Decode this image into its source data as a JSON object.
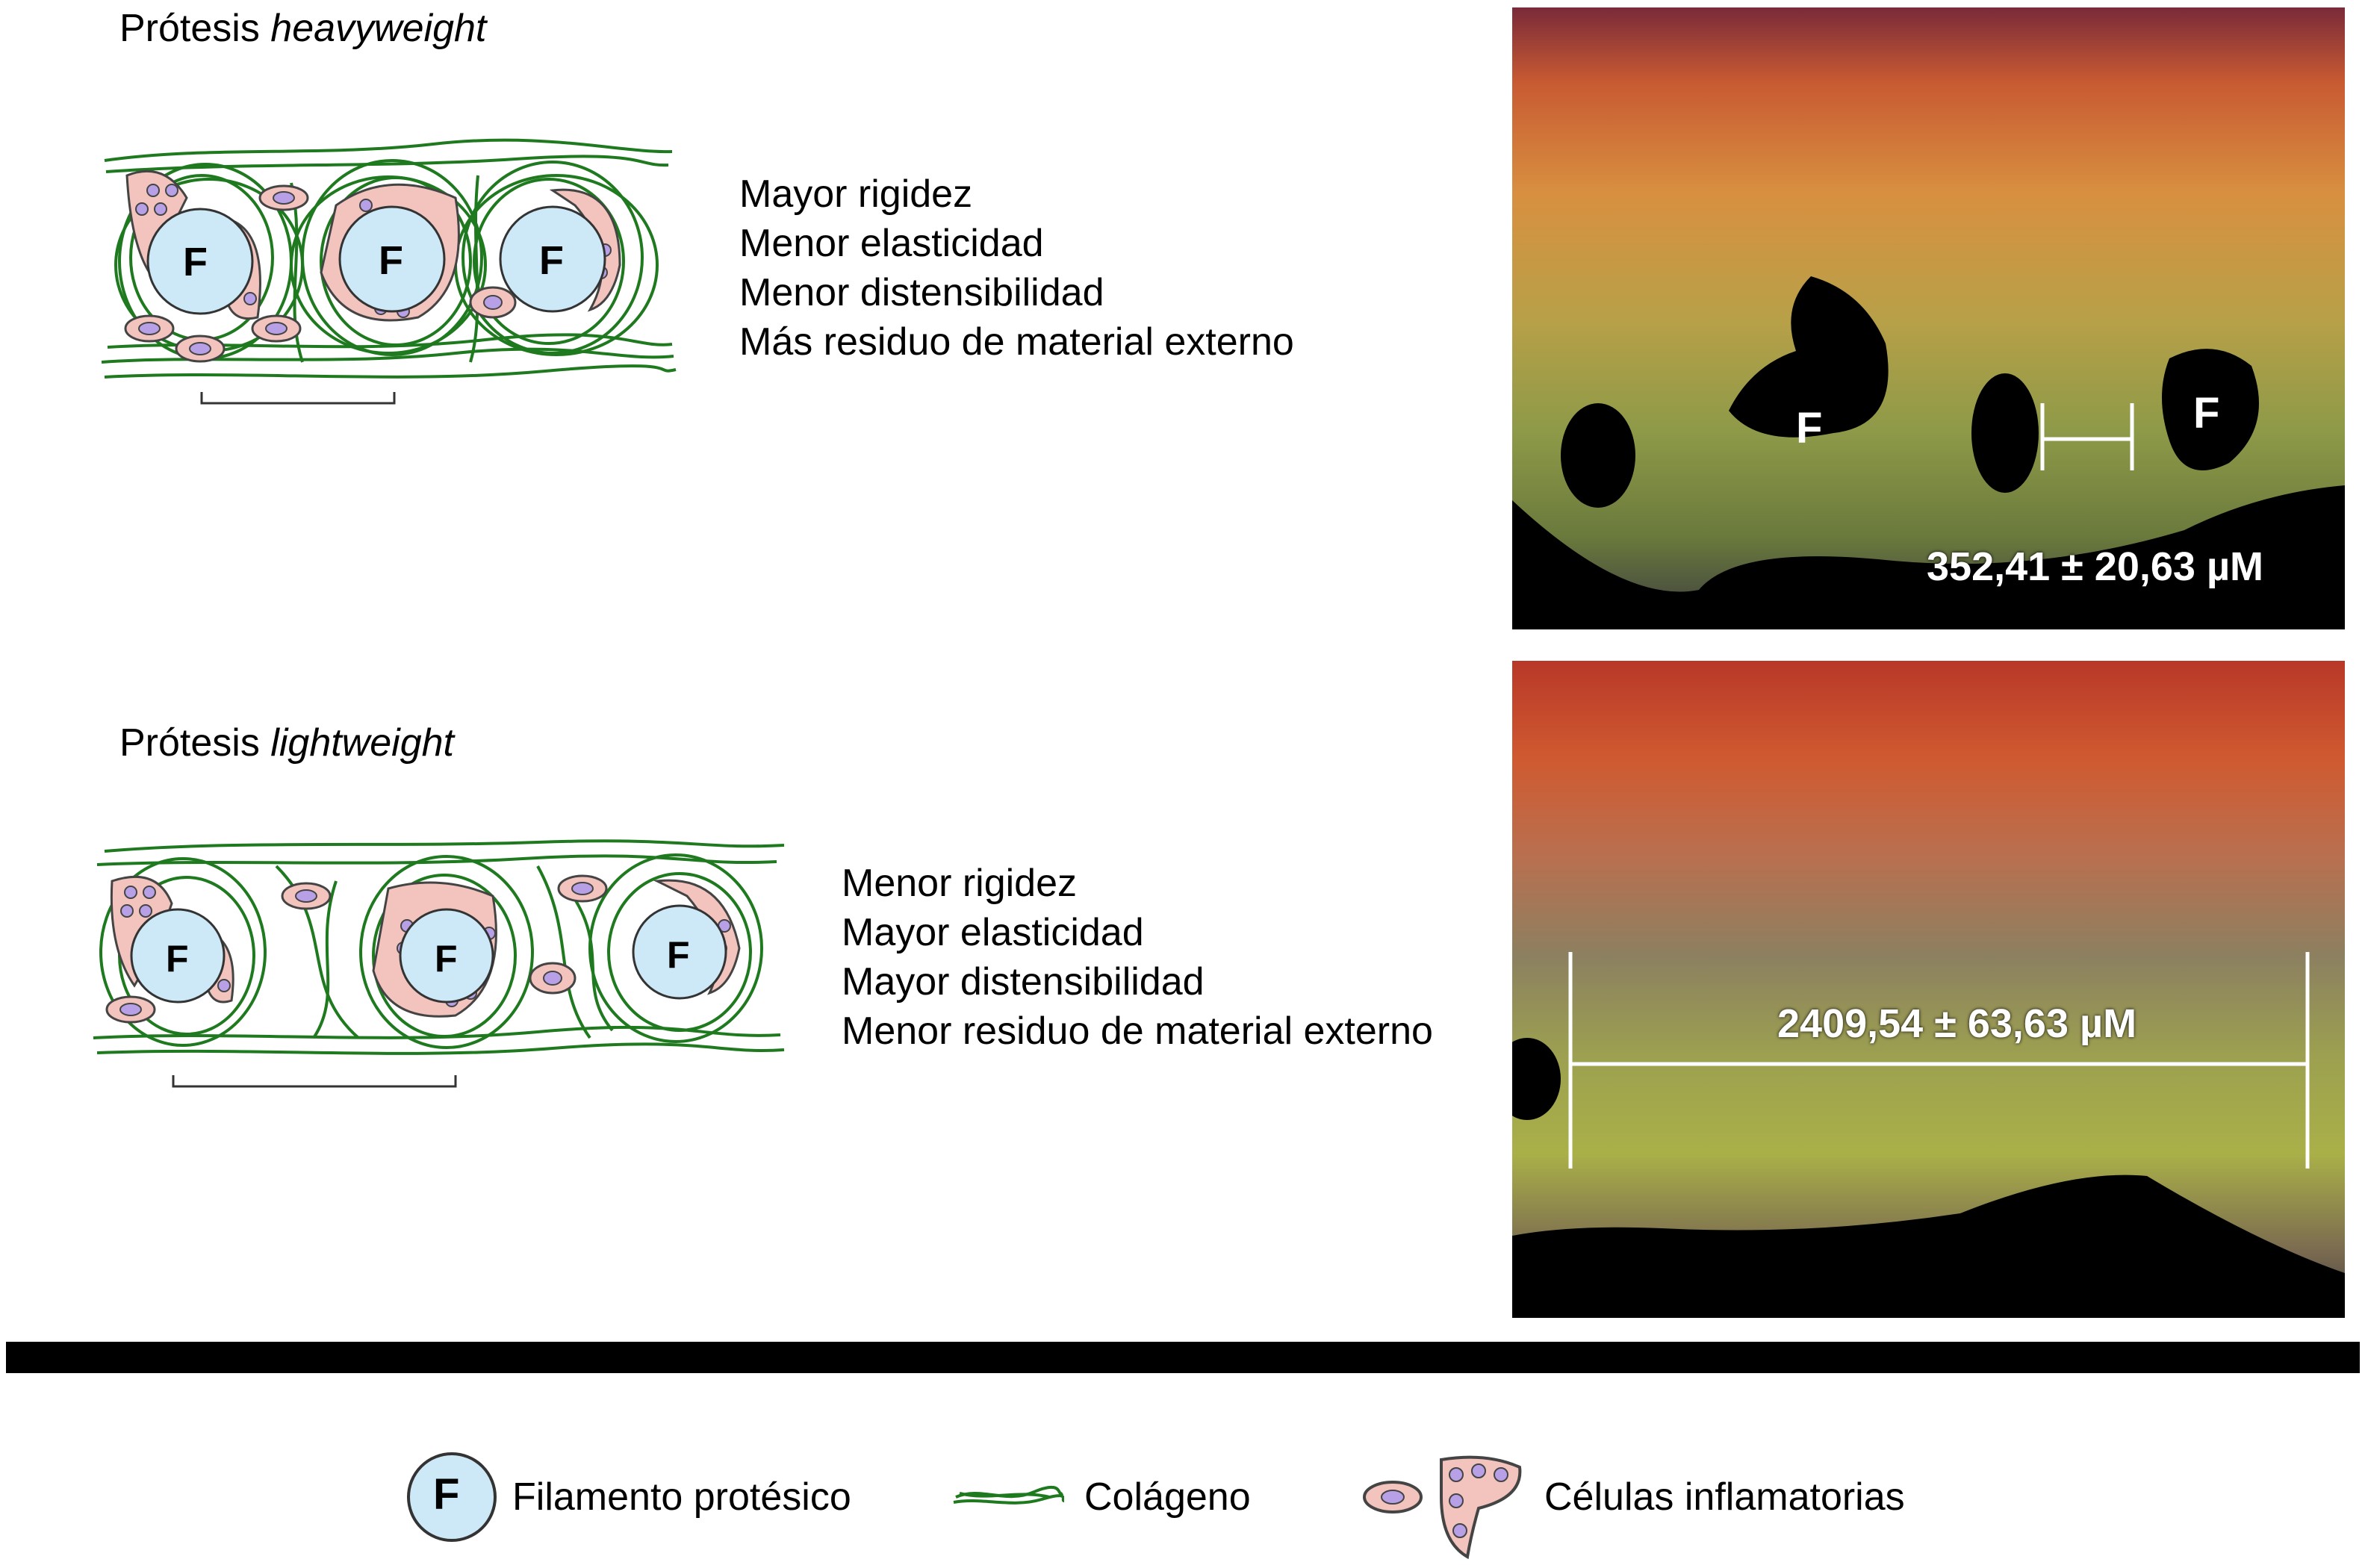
{
  "heavy": {
    "title_prefix": "Prótesis ",
    "title_em": "heavyweight",
    "properties": [
      "Mayor rigidez",
      "Menor elasticidad",
      "Menor distensibilidad",
      "Más residuo de material externo"
    ],
    "filament_label": "F",
    "measurement": "352,41 ± 20,63 µM"
  },
  "light": {
    "title_prefix": "Prótesis ",
    "title_em": "lightweight",
    "properties": [
      "Menor rigidez",
      "Mayor elasticidad",
      "Mayor distensibilidad",
      "Menor residuo de material externo"
    ],
    "filament_label": "F",
    "measurement": "2409,54 ± 63,63 µM"
  },
  "legend": {
    "filament_symbol": "F",
    "filament": "Filamento protésico",
    "collagen": "Colágeno",
    "cells": "Células inflamatorias"
  },
  "colors": {
    "filament_fill": "#cde9f7",
    "cell_fill": "#f2c4bd",
    "nucleus_fill": "#b8a0e6",
    "collagen": "#1f7a1f",
    "divider": "#000000"
  }
}
